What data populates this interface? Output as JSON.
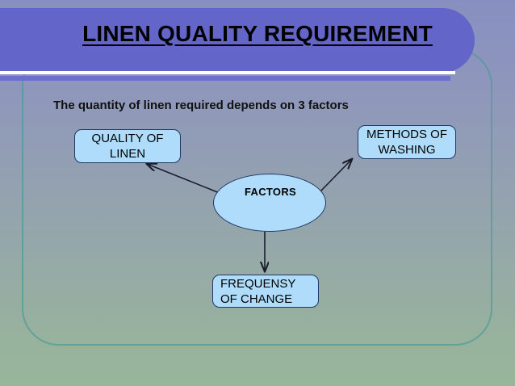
{
  "slide": {
    "title": "LINEN QUALITY REQUIREMENT",
    "subtitle": "The quantity of linen required depends on 3 factors"
  },
  "diagram": {
    "center_node": {
      "label": "FACTORS",
      "shape": "ellipse"
    },
    "nodes": [
      {
        "id": "quality",
        "label_line1": "QUALITY OF",
        "label_line2": "LINEN",
        "align": "center"
      },
      {
        "id": "methods",
        "label_line1": "METHODS OF",
        "label_line2": "WASHING",
        "align": "center"
      },
      {
        "id": "frequency",
        "label_line1": "FREQUENSY",
        "label_line2": "OF CHANGE",
        "align": "left"
      }
    ],
    "arrows": [
      {
        "from": "FACTORS",
        "to": "QUALITY OF LINEN",
        "direction": "up-left"
      },
      {
        "from": "FACTORS",
        "to": "METHODS OF WASHING",
        "direction": "up-right"
      },
      {
        "from": "FACTORS",
        "to": "FREQUENSY OF CHANGE",
        "direction": "down"
      }
    ]
  },
  "colors": {
    "banner": "#6366c8",
    "banner_rule": "#ffffff",
    "node_fill": "#aedcfa",
    "node_border": "#1f3864",
    "frame_line": "#4f9a9a",
    "background_top": "#878fc0",
    "background_bottom": "#98b69a",
    "text": "#000000"
  }
}
